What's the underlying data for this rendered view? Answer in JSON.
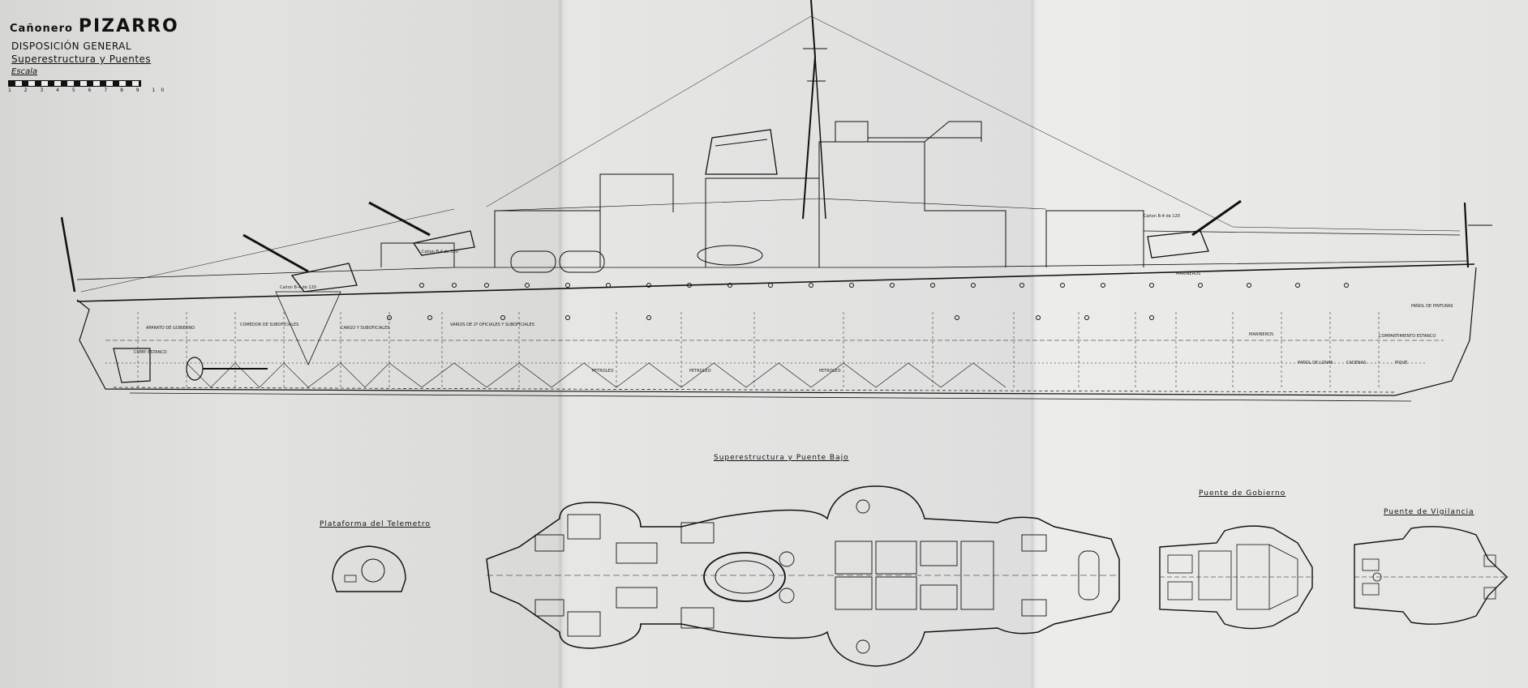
{
  "title": {
    "prefix": "Cañonero",
    "name": "PIZARRO"
  },
  "subtitle1": "DISPOSICIÓN GENERAL",
  "subtitle2": "Superestructura y Puentes",
  "scale_label": "Escala",
  "scale_numbers": "1 2 3 4 5 6 7 8 9 10",
  "section_labels": {
    "lower_bridge": "Superestructura y Puente Bajo",
    "rangefinder": "Plataforma del Telemetro",
    "steering_bridge": "Puente de Gobierno",
    "watch_bridge": "Puente de Vigilancia"
  },
  "compartment_labels": [
    "APARATO DE GOBIERNO",
    "COMEDOR DE SUBOFICIALES",
    "CARGO Y SUBOFICIALES",
    "VARIOS DE 2º OFICIALES Y SUBOFICIALES",
    "MARINEROS",
    "MARINEROS",
    "PAÑOL DE PINTURAS",
    "COMPARTIMIENTO ESTANCO",
    "PIQUE",
    "CADENAS",
    "PAÑOL DE LONAS",
    "PETROLEO",
    "PETROLEO",
    "PETROLEO",
    "COMP. ESTANCO"
  ],
  "gun_labels": [
    "Cañon B-4 de 120",
    "Cañon B-4 de 120",
    "Cañon B-4 de 120"
  ]
}
